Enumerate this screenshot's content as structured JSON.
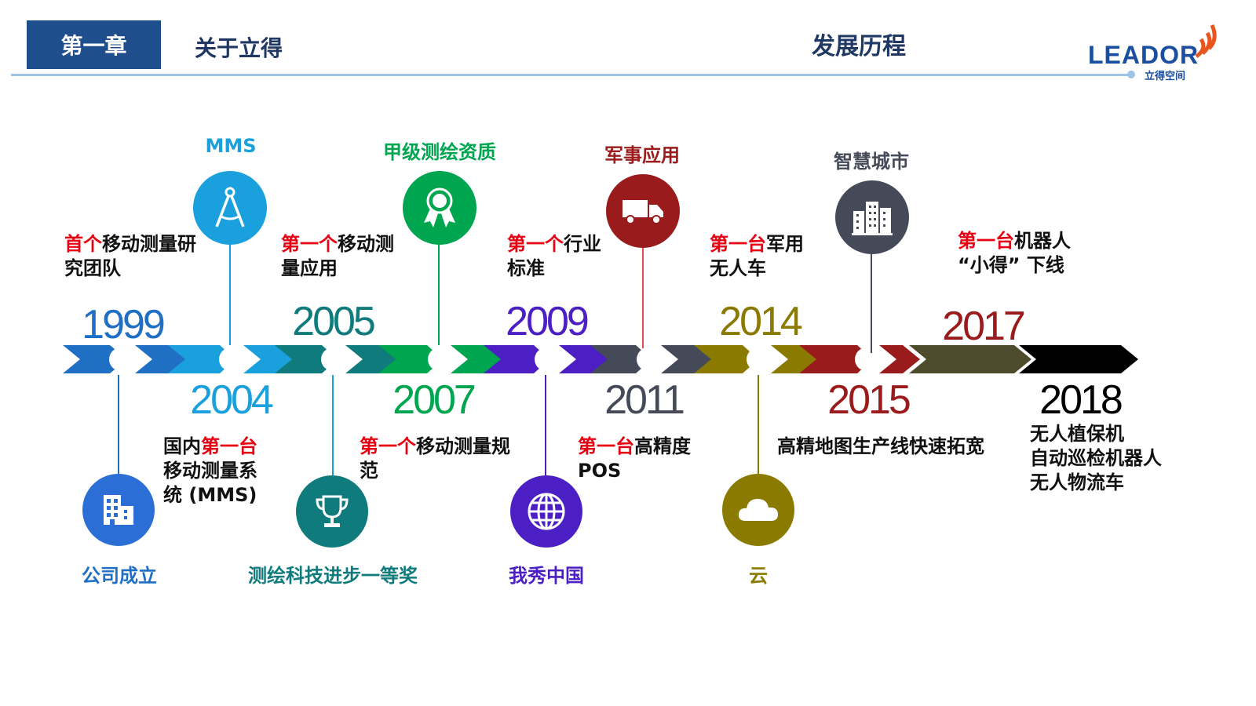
{
  "header": {
    "chapter_label": "第一章",
    "chapter_title": "关于立得",
    "page_title": "发展历程",
    "logo_text": "LEADOR",
    "logo_sub": "立得空间"
  },
  "colors": {
    "header_blue": "#1f4e8c",
    "highlight_red": "#e60012",
    "c1999": "#1f6fc4",
    "c2004": "#1aa0dc",
    "c2005": "#0f7b7c",
    "c2007": "#00a54f",
    "c2009": "#4b1fc4",
    "c2011": "#454a58",
    "c2014": "#8a7a00",
    "c2015": "#9a1b1b",
    "c2017": "#4e4a2c",
    "c2018": "#000000"
  },
  "timeline": [
    {
      "year": "1999",
      "desc": [
        [
          "首个",
          true
        ],
        [
          "移动测量研\n究团队",
          false
        ]
      ],
      "caption": "公司成立",
      "icon": "building-icon"
    },
    {
      "year": "2004",
      "desc": [
        [
          "国内",
          false
        ],
        [
          "第一台",
          true
        ],
        [
          "\n移动测量系\n统 (MMS)",
          false
        ]
      ],
      "caption": "MMS",
      "icon": "compass-icon"
    },
    {
      "year": "2005",
      "desc": [
        [
          "第一个",
          true
        ],
        [
          "移动测\n量应用",
          false
        ]
      ],
      "caption": "测绘科技进步一等奖",
      "icon": "trophy-icon"
    },
    {
      "year": "2007",
      "desc": [
        [
          "第一个",
          true
        ],
        [
          "移动测量规\n范",
          false
        ]
      ],
      "caption": "甲级测绘资质",
      "icon": "award-ribbon-icon"
    },
    {
      "year": "2009",
      "desc": [
        [
          "第一个",
          true
        ],
        [
          "行业\n标准",
          false
        ]
      ],
      "caption": "我秀中国",
      "icon": "globe-icon"
    },
    {
      "year": "2011",
      "desc": [
        [
          "第一台",
          true
        ],
        [
          "高精度\nPOS",
          false
        ]
      ],
      "caption": "军事应用",
      "icon": "truck-icon"
    },
    {
      "year": "2014",
      "desc": [
        [
          "第一台",
          true
        ],
        [
          "军用\n无人车",
          false
        ]
      ],
      "caption": "云",
      "icon": "cloud-icon"
    },
    {
      "year": "2015",
      "desc": [
        [
          "高精地图生产线快速拓宽",
          false
        ]
      ],
      "caption": "智慧城市",
      "icon": "city-buildings-icon"
    },
    {
      "year": "2017",
      "desc": [
        [
          "第一台",
          true
        ],
        [
          "机器人\n“小得” 下线",
          false
        ]
      ]
    },
    {
      "year": "2018",
      "desc": [
        [
          "无人植保机\n自动巡检机器人\n无人物流车",
          false
        ]
      ]
    }
  ]
}
